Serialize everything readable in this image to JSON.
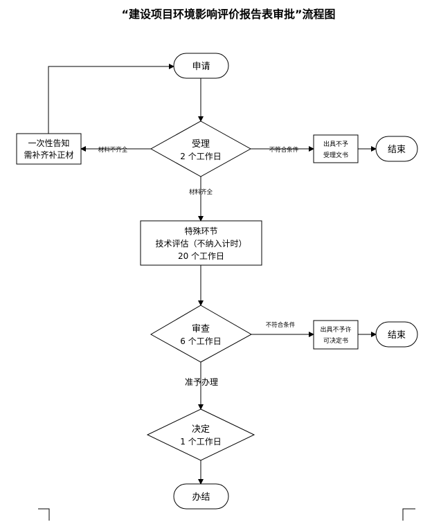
{
  "title": "“建设项目环境影响评价报告表审批”流程图",
  "nodes": {
    "apply": {
      "lines": [
        "申请"
      ]
    },
    "accept": {
      "lines": [
        "受理",
        "2 个工作日"
      ]
    },
    "notify": {
      "lines": [
        "一次性告知",
        "需补齐补正材"
      ]
    },
    "reject_accept": {
      "lines": [
        "出具不予",
        "受理文书"
      ]
    },
    "end1": {
      "lines": [
        "结束"
      ]
    },
    "special": {
      "lines": [
        "特殊环节",
        "技术评估（不纳入计时）",
        "20 个工作日"
      ]
    },
    "review": {
      "lines": [
        "审查",
        "6 个工作日"
      ]
    },
    "reject_permit": {
      "lines": [
        "出具不予许",
        "可决定书"
      ]
    },
    "end2": {
      "lines": [
        "结束"
      ]
    },
    "decide": {
      "lines": [
        "决定",
        "1 个工作日"
      ]
    },
    "finish": {
      "lines": [
        "办结"
      ]
    }
  },
  "edges": {
    "accept_to_notify": "材料不齐全",
    "accept_to_reject": "不符合条件",
    "accept_to_special": "材料齐全",
    "review_to_reject": "不符合条件",
    "review_to_decide": "准予办理"
  }
}
